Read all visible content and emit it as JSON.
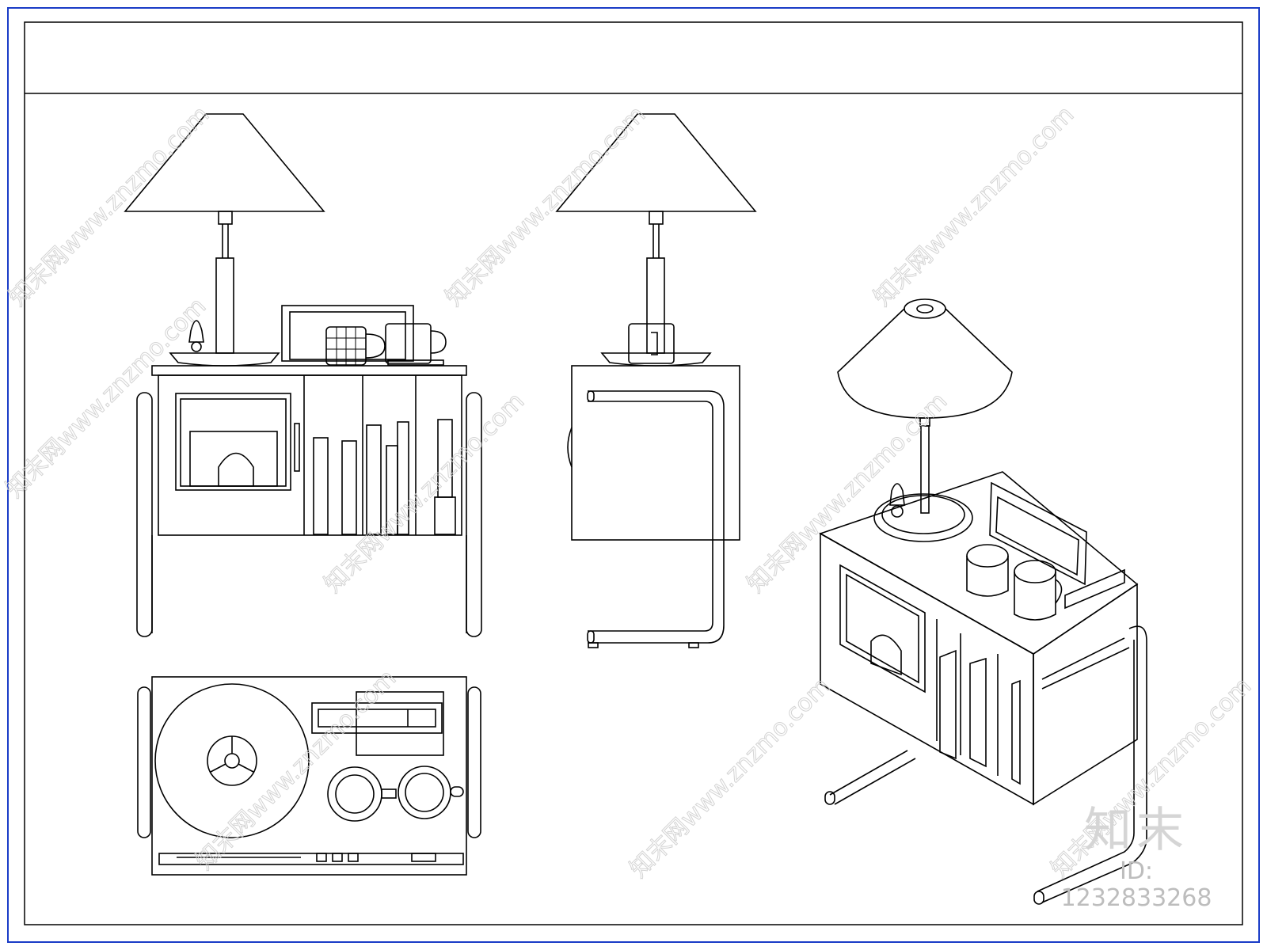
{
  "watermark": {
    "text": "知末网www.znzmo.com"
  },
  "logo": {
    "name": "知末",
    "id_label": "ID: 1232833268"
  },
  "colors": {
    "frame": "#1a3cc7",
    "line": "#000000",
    "watermark": "#cfcfcf"
  }
}
